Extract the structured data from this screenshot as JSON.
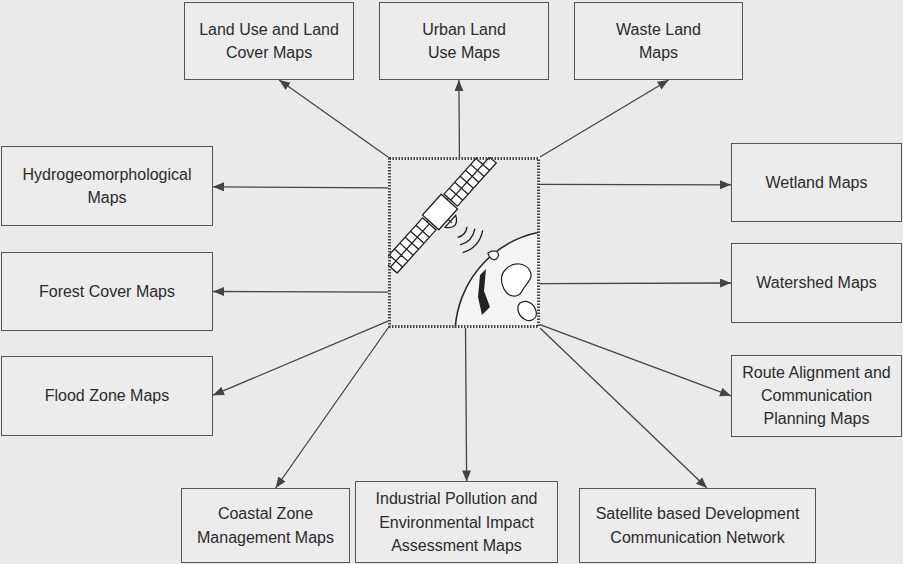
{
  "diagram": {
    "nodes": [
      {
        "text": []
      },
      {
        "text": [
          "Land Use and Land Cover Maps"
        ]
      },
      {
        "text": [
          "Urban Land Use Maps"
        ]
      },
      {
        "text": [
          "Waste Land Maps"
        ]
      },
      {
        "text": [
          "Hydrogeomorphological Maps"
        ]
      },
      {
        "text": [
          "Wetland Maps"
        ]
      },
      {
        "text": [
          "Forest Cover Maps"
        ]
      },
      {
        "text": [
          "Watershed Maps"
        ]
      },
      {
        "text": [
          "Flood Zone Maps"
        ]
      },
      {
        "text": [
          "Route Alignment and Communication Planning Maps"
        ]
      },
      {
        "text": [
          "Coastal Zone Management Maps"
        ]
      },
      {
        "text": [
          "Industrial Pollution and Environmental Impact Assessment Maps"
        ]
      },
      {
        "text": [
          "Satellite based Development Communication Network"
        ]
      }
    ],
    "edges": [
      {
        "from": 0,
        "to": 1,
        "arrow": "to"
      },
      {
        "from": 0,
        "to": 2,
        "arrow": "to"
      },
      {
        "from": 0,
        "to": 3,
        "arrow": "to"
      },
      {
        "from": 0,
        "to": 4,
        "arrow": "to"
      },
      {
        "from": 0,
        "to": 5,
        "arrow": "to"
      },
      {
        "from": 0,
        "to": 6,
        "arrow": "to"
      },
      {
        "from": 0,
        "to": 7,
        "arrow": "to"
      },
      {
        "from": 0,
        "to": 8,
        "arrow": "to"
      },
      {
        "from": 0,
        "to": 9,
        "arrow": "to"
      },
      {
        "from": 0,
        "to": 10,
        "arrow": "to"
      },
      {
        "from": 0,
        "to": 11,
        "arrow": "to"
      },
      {
        "from": 0,
        "to": 12,
        "arrow": "to"
      }
    ]
  }
}
